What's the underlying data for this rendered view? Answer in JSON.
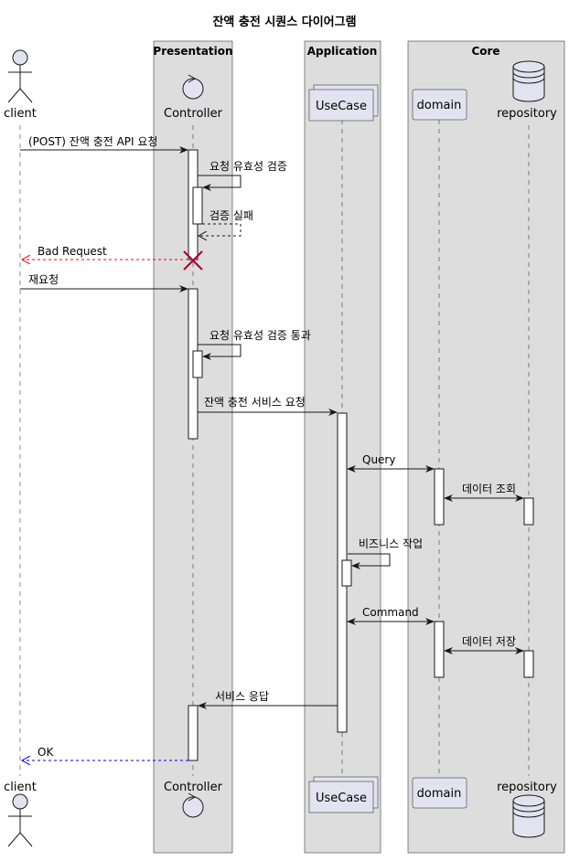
{
  "title": "잔액 충전 시퀀스 다이어그램",
  "boxes": {
    "presentation": "Presentation",
    "application": "Application",
    "core": "Core"
  },
  "participants": {
    "client": "client",
    "controller": "Controller",
    "usecase": "UseCase",
    "domain": "domain",
    "repository": "repository"
  },
  "messages": {
    "m1": "(POST) 잔액 충전 API 요청",
    "m2": "요청 유효성 검증",
    "m3": "검증 실패",
    "m4": "Bad Request",
    "m5": "재요청",
    "m6": "요청 유효성 검증 통과",
    "m7": "잔액 충전 서비스 요청",
    "m8": "Query",
    "m9": "데이터 조회",
    "m10": "비즈니스 작업",
    "m11": "Command",
    "m12": "데이터 저장",
    "m13": "서비스 응답",
    "m14": "OK"
  },
  "colors": {
    "error": "#ff0000",
    "ok": "#0000ff",
    "box": "#dddddd",
    "participant": "#e2e2f0"
  }
}
